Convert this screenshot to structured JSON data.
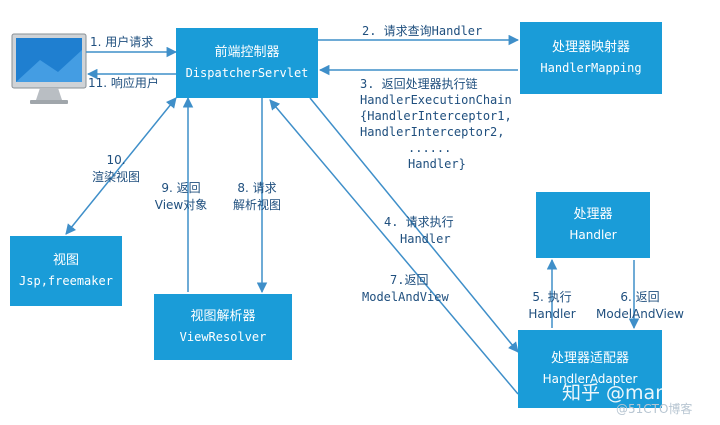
{
  "nodes": {
    "dispatcher": {
      "title": "前端控制器",
      "sub": "DispatcherServlet"
    },
    "handler_mapping": {
      "title": "处理器映射器",
      "sub": "HandlerMapping"
    },
    "handler": {
      "title": "处理器",
      "sub": "Handler"
    },
    "handler_adapter": {
      "title": "处理器适配器",
      "sub": "HandlerAdapter"
    },
    "view_resolver": {
      "title": "视图解析器",
      "sub": "ViewResolver"
    },
    "view": {
      "title": "视图",
      "sub": "Jsp,freemaker"
    }
  },
  "edges": {
    "e1": "1. 用户请求",
    "e11": "11. 响应用户",
    "e2": "2. 请求查询Handler",
    "e3": [
      "3. 返回处理器执行链",
      "HandlerExecutionChain",
      "{HandlerInterceptor1,",
      "HandlerInterceptor2,",
      "......",
      "Handler}"
    ],
    "e4": [
      "4. 请求执行",
      "Handler"
    ],
    "e5": [
      "5. 执行",
      "Handler"
    ],
    "e6": [
      "6. 返回",
      "ModelAndView"
    ],
    "e7": [
      "7.返回",
      "ModelAndView"
    ],
    "e8": [
      "8. 请求",
      "解析视图"
    ],
    "e9": [
      "9. 返回",
      "View对象"
    ],
    "e10": [
      "10.",
      "渲染视图"
    ]
  },
  "watermark": {
    "main": "知乎 @mango",
    "sub": "@51CTO博客"
  },
  "colors": {
    "box": "#1a9cd8",
    "arrow": "#3f8fc9",
    "label": "#1f4f7e"
  },
  "icons": {
    "client": "desktop-monitor-icon"
  }
}
